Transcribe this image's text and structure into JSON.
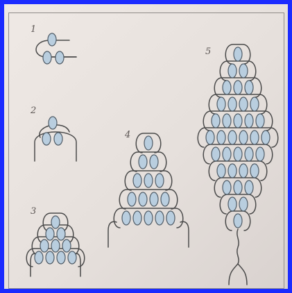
{
  "figure": {
    "step_labels": [
      "1",
      "2",
      "3",
      "4",
      "5"
    ],
    "colors": {
      "border_blue": "#1b2bff",
      "paper": "#ebe5e1",
      "bead_fill": "#b9cedf",
      "bead_stroke": "#4f5b66",
      "thread": "#4a4a4a"
    }
  }
}
